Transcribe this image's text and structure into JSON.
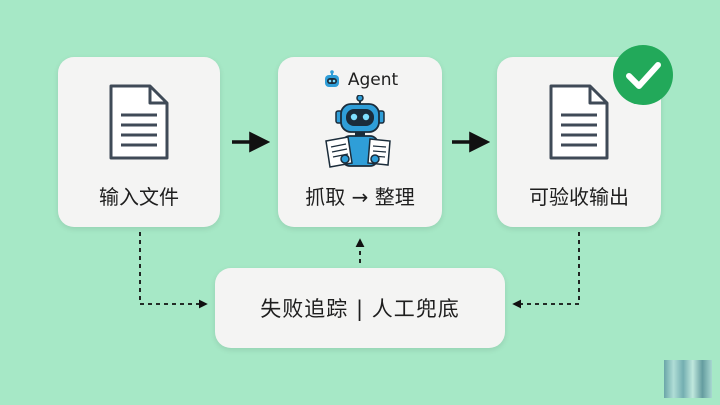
{
  "steps": [
    {
      "label": "输入文件",
      "icon": "document-icon"
    },
    {
      "label": "抓取 → 整理",
      "icon": "robot-reading-icon",
      "tag": "Agent",
      "tag_icon": "robot-head-icon"
    },
    {
      "label": "可验收输出",
      "icon": "document-icon",
      "badge": "check-badge-icon"
    }
  ],
  "fallback": {
    "label": "失败追踪 | 人工兜底"
  },
  "colors": {
    "background": "#a6e8c6",
    "card": "#f4f4f3",
    "robot": "#2f9ed8",
    "check": "#22a95a",
    "doc_stroke": "#3f4a57"
  }
}
